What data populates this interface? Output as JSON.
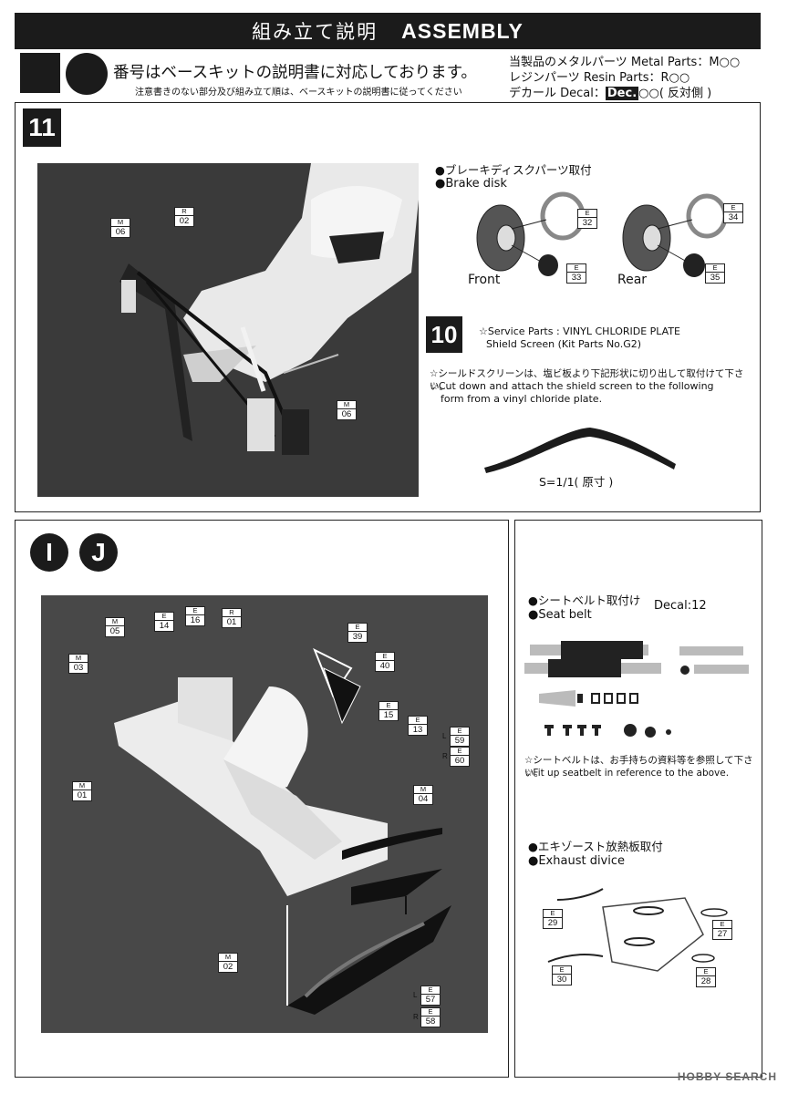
{
  "header": {
    "title_jp": "組み立て説明",
    "title_en": "ASSEMBLY"
  },
  "notes": {
    "main": "番号はベースキットの説明書に対応しております。",
    "sub": "注意書きのない部分及び組み立て順は、ベースキットの説明書に従ってください"
  },
  "legend": {
    "metal": "当製品のメタルパーツ Metal Parts：M○○",
    "resin": "レジンパーツ Resin Parts：R○○",
    "decal_prefix": "デカール Decal：",
    "decal_badge": "Dec.",
    "decal_suffix": "○○( 反対側 )"
  },
  "step11": {
    "number": "11",
    "brake_jp": "●ブレーキディスクパーツ取付",
    "brake_en": "●Brake disk",
    "front": "Front",
    "rear": "Rear",
    "tags": [
      {
        "type": "M",
        "num": "06"
      },
      {
        "type": "R",
        "num": "02"
      },
      {
        "type": "M",
        "num": "06"
      },
      {
        "type": "E",
        "num": "32"
      },
      {
        "type": "E",
        "num": "33"
      },
      {
        "type": "E",
        "num": "34"
      },
      {
        "type": "E",
        "num": "35"
      }
    ]
  },
  "step10": {
    "number": "10",
    "service_line1": "☆Service Parts : VINYL CHLORIDE PLATE",
    "service_line2": "Shield Screen (Kit Parts No.G2)",
    "jp_note": "☆シールドスクリーンは、塩ビ板より下記形状に切り出して取付けて下さい。",
    "en_note1": "☆Cut down and attach the shield screen  to the following",
    "en_note2": "form from a vinyl chloride plate.",
    "scale": "S=1/1( 原寸 )"
  },
  "stepIJ": {
    "letters": [
      "I",
      "J"
    ],
    "tags": [
      {
        "type": "M",
        "num": "05"
      },
      {
        "type": "E",
        "num": "14"
      },
      {
        "type": "E",
        "num": "16"
      },
      {
        "type": "R",
        "num": "01"
      },
      {
        "type": "M",
        "num": "03"
      },
      {
        "type": "E",
        "num": "39"
      },
      {
        "type": "E",
        "num": "40"
      },
      {
        "type": "E",
        "num": "15"
      },
      {
        "type": "E",
        "num": "13"
      },
      {
        "type": "E",
        "num": "59"
      },
      {
        "type": "E",
        "num": "60"
      },
      {
        "type": "M",
        "num": "01"
      },
      {
        "type": "M",
        "num": "04"
      },
      {
        "type": "M",
        "num": "02"
      },
      {
        "type": "E",
        "num": "57"
      },
      {
        "type": "E",
        "num": "58"
      }
    ],
    "l_label": "L",
    "r_label": "R"
  },
  "seatbelt": {
    "jp": "●シートベルト取付け",
    "en": "●Seat belt",
    "decal": "Decal:12",
    "note_jp": "☆シートベルトは、お手持ちの資料等を参照して下さい。",
    "note_en": "☆Fit up seatbelt in reference to the above."
  },
  "exhaust": {
    "jp": "●エキゾースト放熱板取付",
    "en": "●Exhaust divice",
    "tags": [
      {
        "type": "E",
        "num": "29"
      },
      {
        "type": "E",
        "num": "27"
      },
      {
        "type": "E",
        "num": "30"
      },
      {
        "type": "E",
        "num": "28"
      }
    ]
  },
  "watermark": "HOBBY SEARCH"
}
